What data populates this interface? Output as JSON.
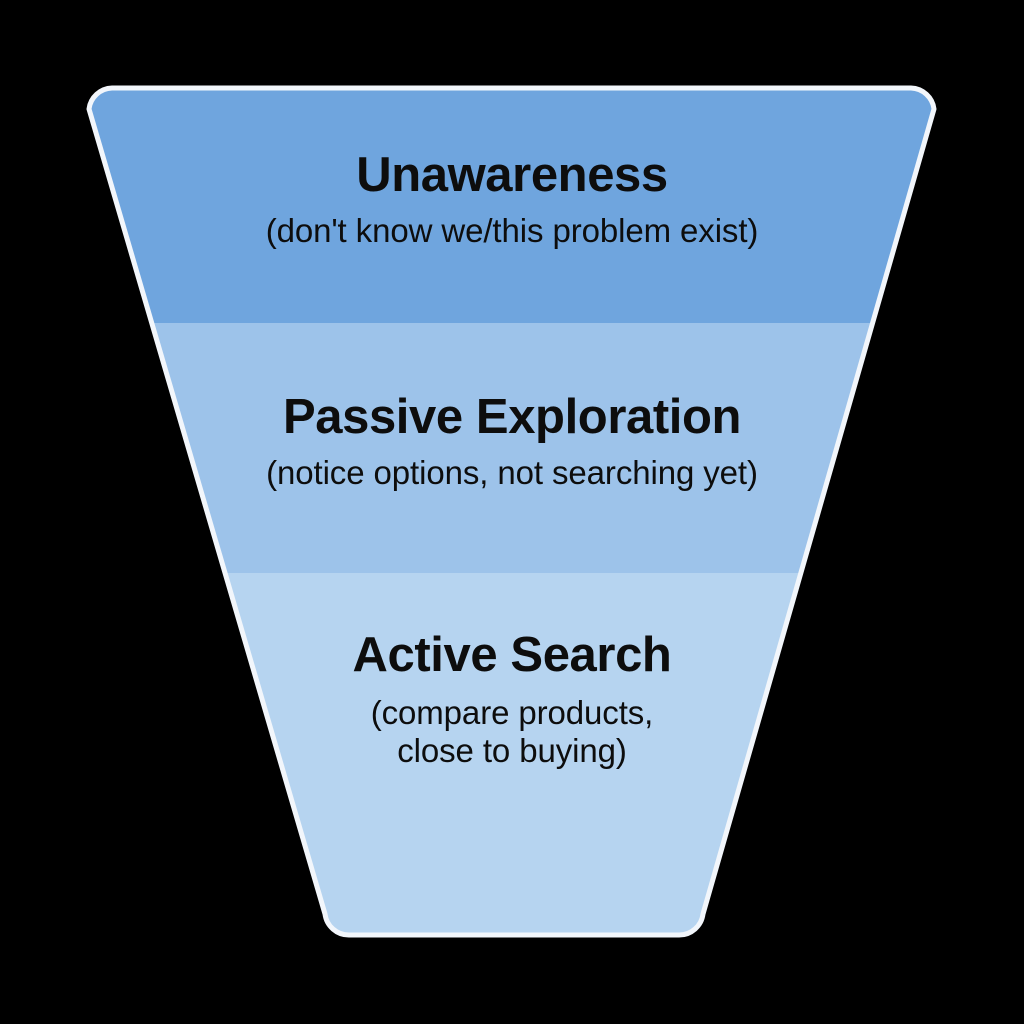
{
  "diagram": {
    "type": "funnel",
    "background_color": "#000000",
    "outline_color": "#f2f6fb",
    "text_color": "#0d0d0d",
    "stages": [
      {
        "id": "unawareness",
        "title": "Unawareness",
        "subtitle_lines": [
          "(don't know we/this problem exist)"
        ],
        "fill_color": "#6fa5de"
      },
      {
        "id": "passive-exploration",
        "title": "Passive Exploration",
        "subtitle_lines": [
          "(notice options, not searching yet)"
        ],
        "fill_color": "#9dc3ea"
      },
      {
        "id": "active-search",
        "title": "Active Search",
        "subtitle_lines": [
          "(compare products,",
          "close to buying)"
        ],
        "fill_color": "#b6d4f0"
      }
    ]
  }
}
